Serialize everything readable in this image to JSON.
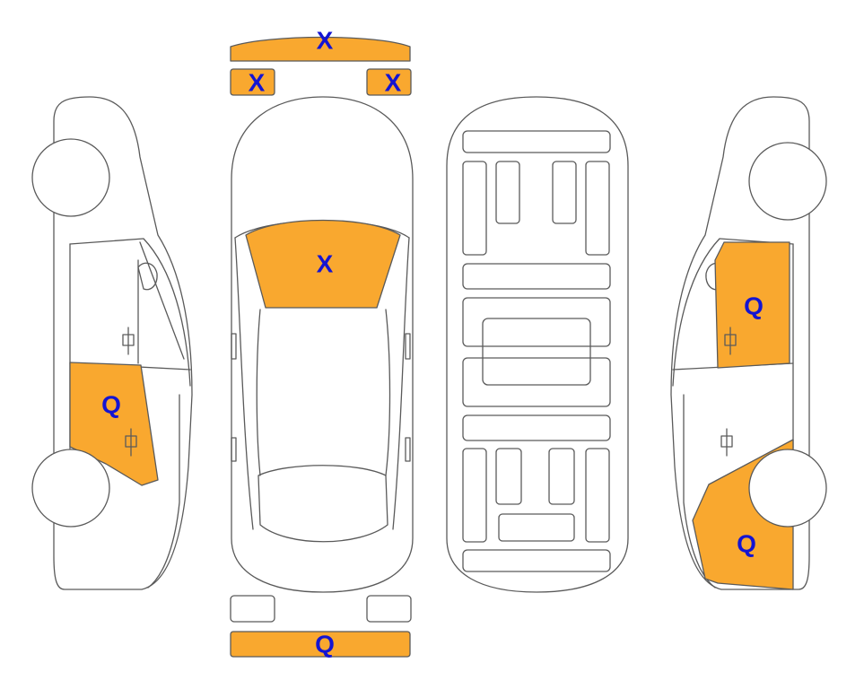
{
  "colors": {
    "marked_fill": "#F9A82F",
    "label": "#1414D2",
    "outline": "#5a5a5a",
    "background": "#FFFFFF"
  },
  "markings": {
    "front_bumper": "X",
    "headlight_left": "X",
    "headlight_right": "X",
    "windshield": "X",
    "rear_bumper": "Q",
    "left_rear_door": "Q",
    "right_front_door": "Q",
    "right_rear_quarter": "Q"
  }
}
